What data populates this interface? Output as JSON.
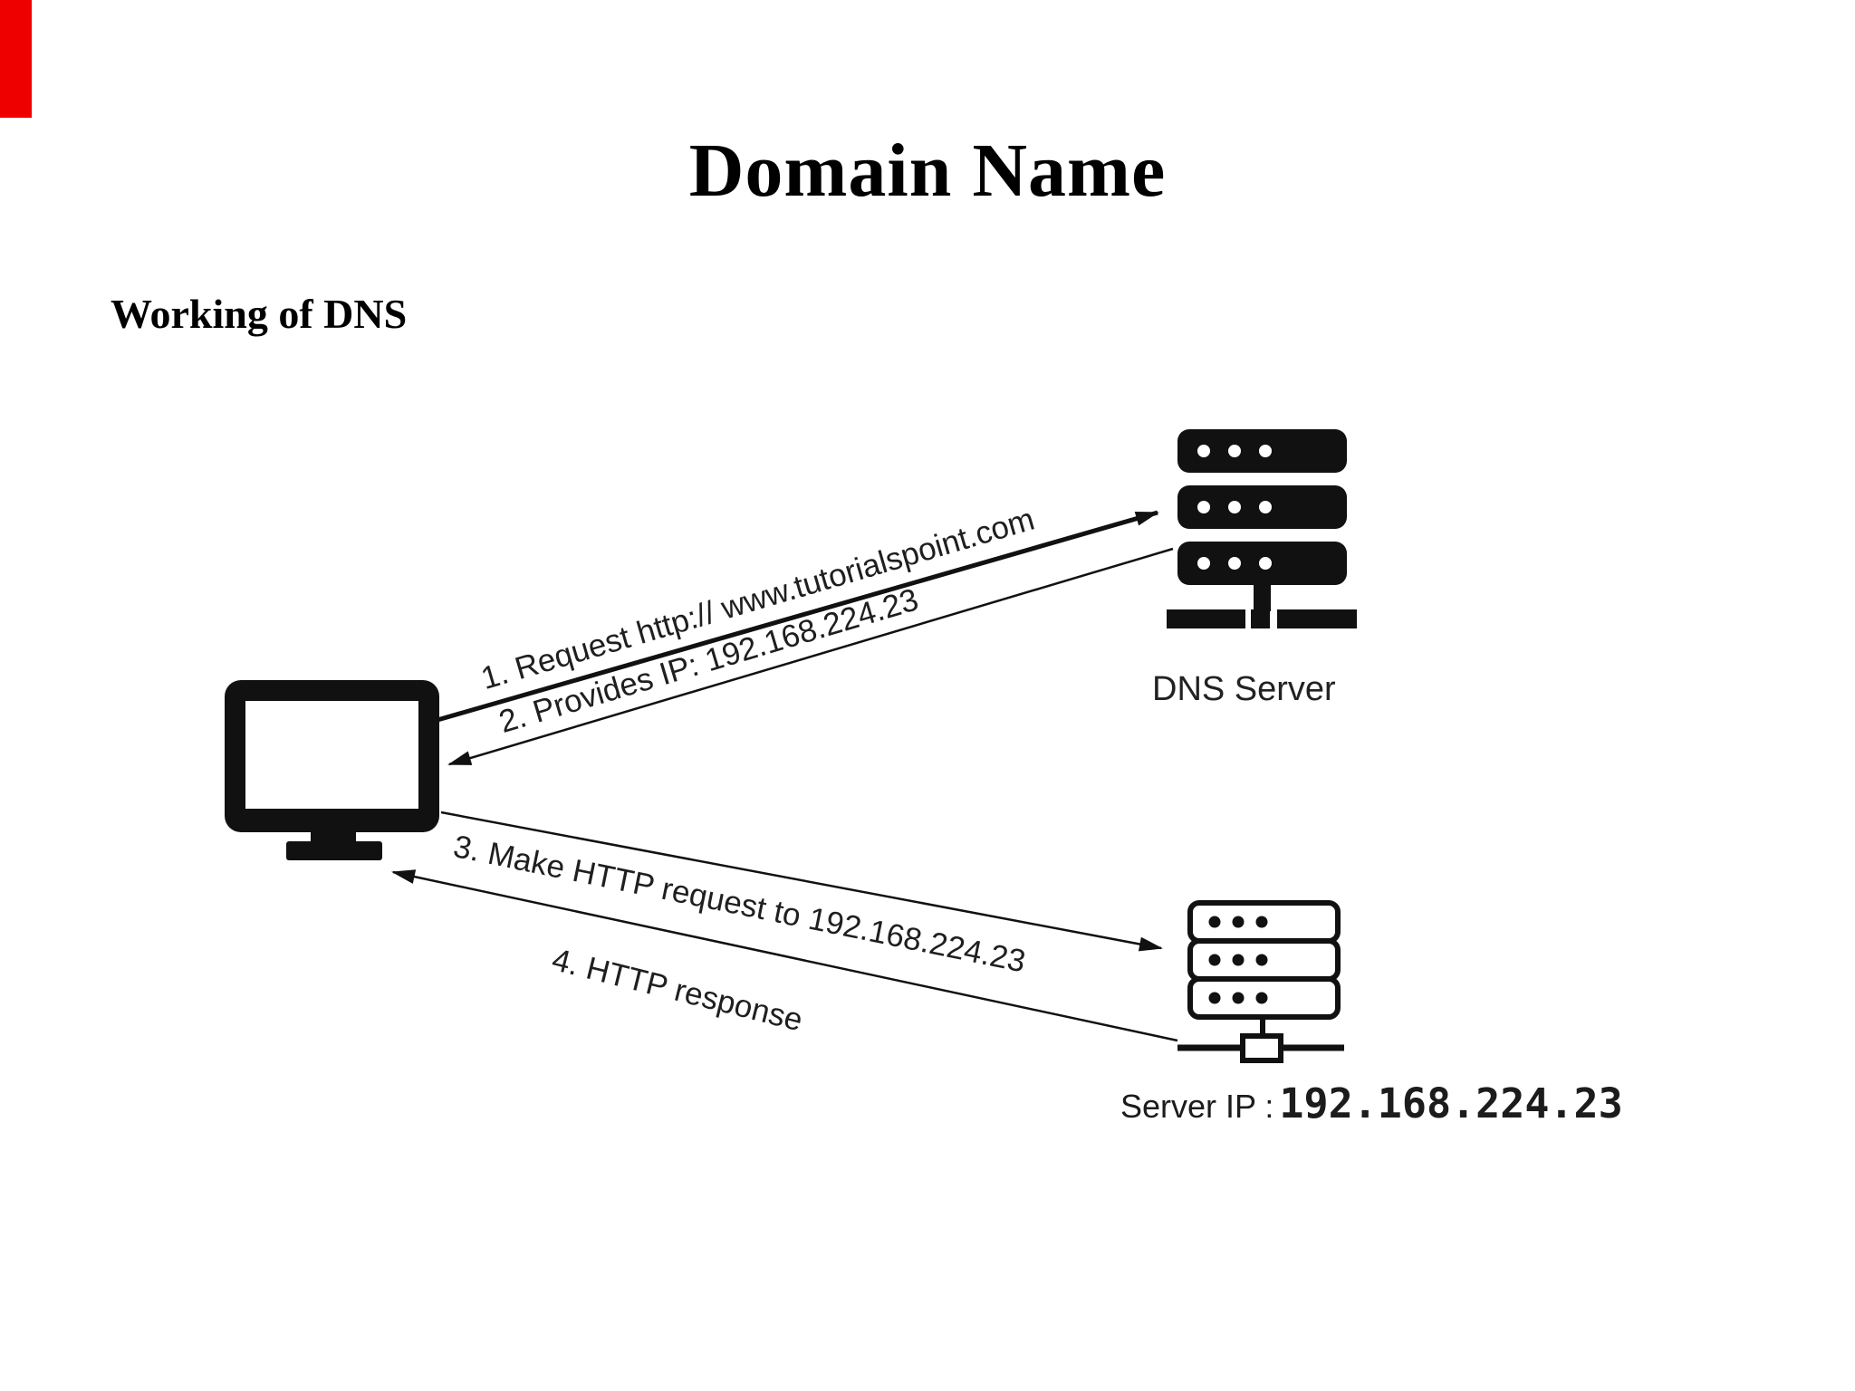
{
  "page": {
    "background": "#ffffff",
    "red_stripe_color": "#ee0000"
  },
  "title": "Domain Name",
  "section_heading": "Working of DNS",
  "diagram": {
    "steps": {
      "step1": "1. Request http:// www.tutorialspoint.com",
      "step2": "2. Provides IP: 192.168.224.23",
      "step3": "3. Make HTTP request to 192.168.224.23",
      "step4": "4. HTTP response"
    },
    "captions": {
      "dns_server": "DNS Server",
      "server_ip_prefix": "Server IP :",
      "server_ip_value": "192.168.224.23"
    },
    "icons": {
      "client": "computer-monitor-icon",
      "dns": "dns-server-rack-icon",
      "web": "web-server-rack-icon"
    },
    "colors": {
      "ink": "#111111",
      "label_text": "#1f1f1f"
    }
  }
}
